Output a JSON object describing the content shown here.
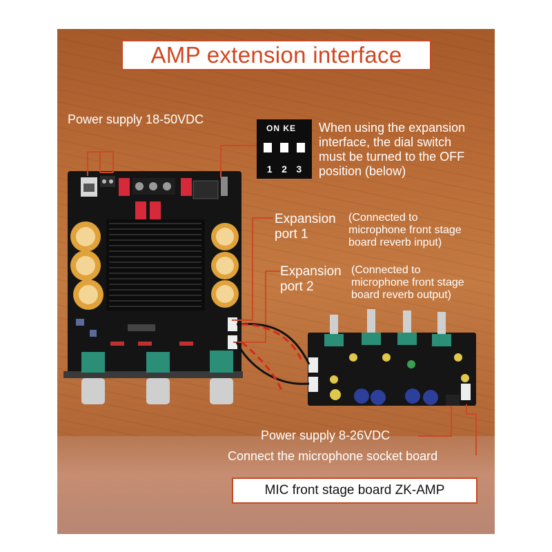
{
  "title": "AMP extension interface",
  "labels": {
    "power_main": "Power supply 18-50VDC",
    "dip_note_lines": [
      "When using the expansion",
      "interface, the dial switch",
      "must be turned to the OFF",
      "position (below)"
    ],
    "port1_title_lines": [
      "Expansion",
      "port 1"
    ],
    "port1_note_lines": [
      "(Connected to",
      "microphone front stage",
      "board reverb input)"
    ],
    "port2_title_lines": [
      "Expansion",
      "port 2"
    ],
    "port2_note_lines": [
      "(Connected to",
      "microphone front stage",
      "board reverb output)"
    ],
    "power_mic": "Power supply 8-26VDC",
    "connect_socket": "Connect the microphone socket board",
    "mic_board_name": "MIC front stage board ZK-AMP"
  },
  "dip_switch": {
    "header": "ON KE",
    "numbers": [
      "1",
      "2",
      "3"
    ]
  },
  "colors": {
    "accent": "#c74a25",
    "title_text": "#d2461f",
    "board": "#161616",
    "capacitor": "#e0a23a",
    "wood": "#b56a38"
  }
}
